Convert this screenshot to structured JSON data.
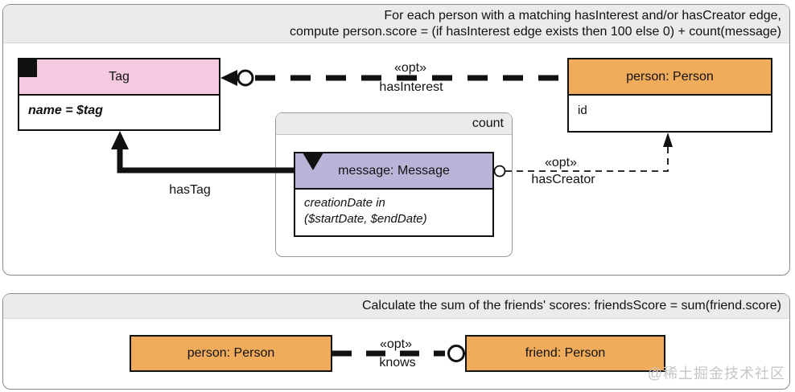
{
  "panels": {
    "top": {
      "header_line1": "For each person with a matching hasInterest and/or hasCreator edge,",
      "header_line2": "compute person.score = (if hasInterest edge exists then 100 else 0) + count(message)",
      "group": {
        "label": "count"
      },
      "nodes": {
        "tag": {
          "title": "Tag",
          "attribute": "name = $tag"
        },
        "person": {
          "title": "person: Person",
          "attribute": "id"
        },
        "message": {
          "title": "message: Message",
          "attribute_line1": "creationDate in",
          "attribute_line2": "($startDate, $endDate)"
        }
      },
      "edges": {
        "hasInterest": {
          "stereotype": "«opt»",
          "label": "hasInterest"
        },
        "hasTag": {
          "label": "hasTag"
        },
        "hasCreator": {
          "stereotype": "«opt»",
          "label": "hasCreator"
        }
      }
    },
    "bottom": {
      "header": "Calculate the sum of the friends' scores: friendsScore = sum(friend.score)",
      "nodes": {
        "person": {
          "title": "person: Person"
        },
        "friend": {
          "title": "friend: Person"
        }
      },
      "edges": {
        "knows": {
          "stereotype": "«opt»",
          "label": "knows"
        }
      }
    }
  },
  "watermark": "@稀土掘金技术社区",
  "colors": {
    "tag_header": "#f3cadf",
    "person_header": "#f0ac5a",
    "message_header": "#b9b5d8",
    "panel_header_bg": "#ebebeb",
    "group_header_bg": "#ebebeb",
    "panel_border": "#8a8a8a",
    "watermark": "#c6c6c6",
    "edge_color": "#111111"
  }
}
